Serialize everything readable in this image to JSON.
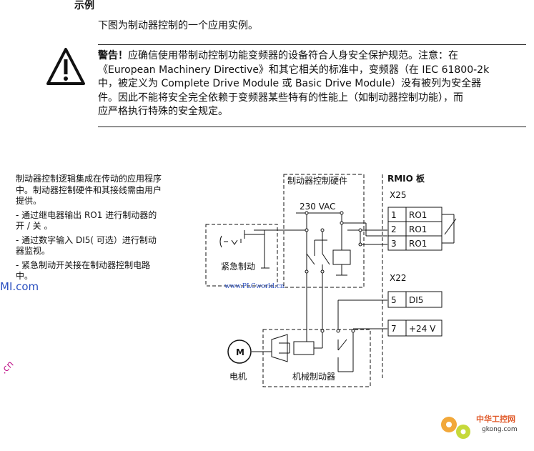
{
  "section_heading": "示例",
  "intro": "下图为制动器控制的一个应用实例。",
  "warning": {
    "label": "警告！",
    "lines": [
      "应确信使用带制动控制功能变频器的设备符合人身安全保护规范。注意：在",
      "《European Machinery Directive》和其它相关的标准中，变频器（在 IEC 61800-2k",
      "中，被定义为 Complete Drive Module 或 Basic Drive Module）没有被列为安全器",
      "件。因此不能将安全完全依赖于变频器某些特有的性能上（如制动器控制功能），而",
      "应严格执行特殊的安全规定。"
    ]
  },
  "side_note": [
    "制动器控制逻辑集成在传动的应用程序中。制动器控制硬件和其接线需由用户提供。",
    "- 通过继电器输出 RO1 进行制动器的 开 / 关 。",
    "- 通过数字输入 DI5( 可选）进行制动器监视。",
    "- 紧急制动开关接在制动器控制电路中。"
  ],
  "watermark_left": "MI.com",
  "watermark_diag": "www.PLCworld.cn",
  "watermark_pink": ".cn",
  "diagram": {
    "hardware_label": "制动器控制硬件",
    "board_label": "RMIO 板",
    "x25": "X25",
    "x22": "X22",
    "voltage": "230 VAC",
    "emergency_label": "紧急制动",
    "motor_symbol": "M",
    "motor_label": "电机",
    "brake_label": "机械制动器",
    "x25_terminals": [
      {
        "num": "1",
        "name": "RO1"
      },
      {
        "num": "2",
        "name": "RO1"
      },
      {
        "num": "3",
        "name": "RO1"
      }
    ],
    "x22_terminals": [
      {
        "num": "5",
        "name": "DI5"
      },
      {
        "num": "7",
        "name": "+24 V"
      }
    ]
  },
  "logo": {
    "text": "中华工控网",
    "domain": "gkong.com"
  }
}
